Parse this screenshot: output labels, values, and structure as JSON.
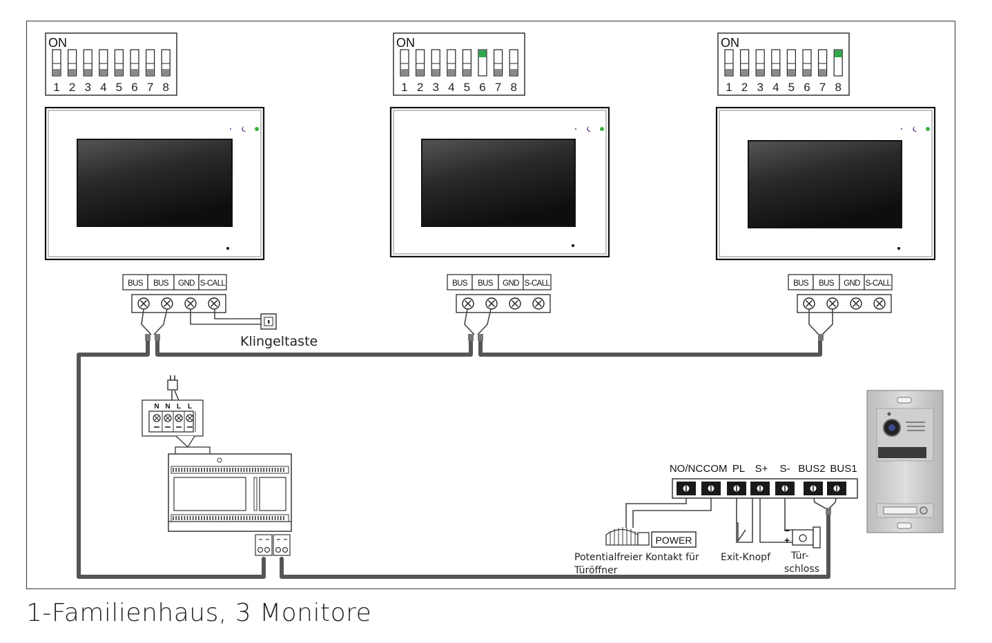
{
  "dip": {
    "on_label": "ON",
    "numbers": [
      "1",
      "2",
      "3",
      "4",
      "5",
      "6",
      "7",
      "8"
    ],
    "monitors": [
      {
        "active": []
      },
      {
        "active": [
          6
        ]
      },
      {
        "active": [
          8
        ]
      }
    ]
  },
  "monitor_terminals": [
    "BUS",
    "BUS",
    "GND",
    "S-CALL"
  ],
  "bell_label": "Klingeltaste",
  "power_supply": {
    "mains_terminals": [
      "N",
      "N",
      "L",
      "L"
    ]
  },
  "door_station": {
    "terminals": [
      "NO/NC",
      "COM",
      "PL",
      "S+",
      "S-",
      "BUS2",
      "BUS1"
    ]
  },
  "power_box_label": "POWER",
  "contact_label": "Potentialfreier Kontakt für Türöffner",
  "contact_label_line1": "Potentialfreier Kontakt für",
  "contact_label_line2": "Türöffner",
  "exit_label": "Exit-Knopf",
  "lock_label_line1": "Tür-",
  "lock_label_line2": "schloss",
  "lock_plus": "+",
  "lock_minus": "−",
  "caption": "1-Familienhaus, 3 Monitore",
  "colors": {
    "wire": "#555555",
    "dip_off": "#8a8a8a",
    "dip_on": "#2ea84a",
    "led_green": "#3cb043",
    "led_purple": "#5a2a8a",
    "screen_dark": "#1a1a1a"
  }
}
